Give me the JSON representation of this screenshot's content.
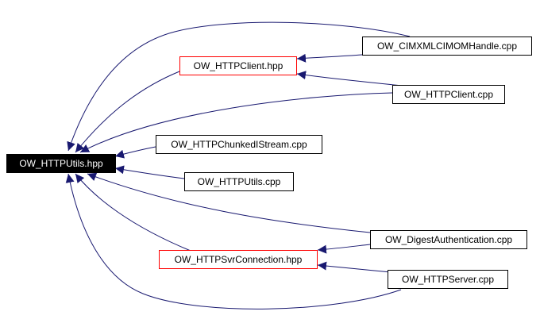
{
  "graph": {
    "edge_color": "#191970",
    "nodes": {
      "root": {
        "label": "OW_HTTPUtils.hpp"
      },
      "cimxml": {
        "label": "OW_CIMXMLCIMOMHandle.cpp"
      },
      "httpclient_hpp": {
        "label": "OW_HTTPClient.hpp"
      },
      "httpclient_cpp": {
        "label": "OW_HTTPClient.cpp"
      },
      "chunked": {
        "label": "OW_HTTPChunkedIStream.cpp"
      },
      "httputils_cpp": {
        "label": "OW_HTTPUtils.cpp"
      },
      "digest": {
        "label": "OW_DigestAuthentication.cpp"
      },
      "svrconn": {
        "label": "OW_HTTPSvrConnection.hpp"
      },
      "server": {
        "label": "OW_HTTPServer.cpp"
      }
    },
    "edges": [
      {
        "from": "cimxml",
        "to": "root"
      },
      {
        "from": "cimxml",
        "to": "httpclient_hpp"
      },
      {
        "from": "httpclient_hpp",
        "to": "root"
      },
      {
        "from": "httpclient_cpp",
        "to": "httpclient_hpp"
      },
      {
        "from": "httpclient_cpp",
        "to": "root"
      },
      {
        "from": "chunked",
        "to": "root"
      },
      {
        "from": "httputils_cpp",
        "to": "root"
      },
      {
        "from": "digest",
        "to": "root"
      },
      {
        "from": "digest",
        "to": "svrconn"
      },
      {
        "from": "svrconn",
        "to": "root"
      },
      {
        "from": "server",
        "to": "svrconn"
      },
      {
        "from": "server",
        "to": "root"
      }
    ]
  }
}
